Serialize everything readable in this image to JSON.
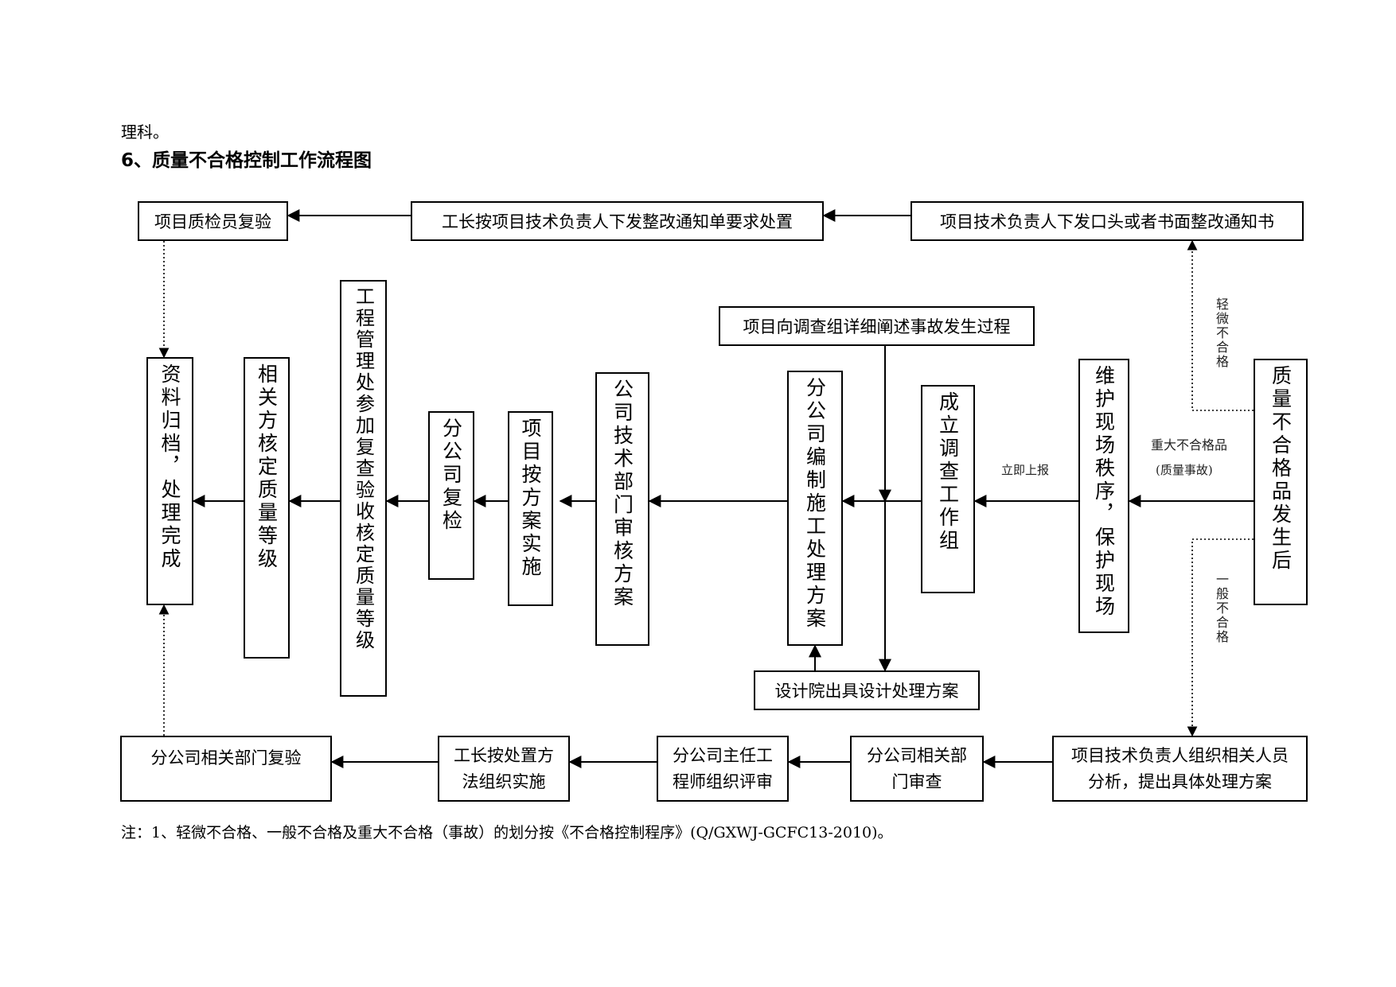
{
  "lead_text": "理科。",
  "heading": "6、质量不合格控制工作流程图",
  "note": "注：1、轻微不合格、一般不合格及重大不合格（事故）的划分按《不合格控制程序》(Q/GXWJ-GCFC13-2010)。",
  "boxes": {
    "recheck_inspector": "项目质检员复验",
    "foreman_rectify": "工长按项目技术负责人下发整改通知单要求处置",
    "tech_notice": "项目技术负责人下发口头或者书面整改通知书",
    "archive": "资料归档，处理完成",
    "grade_related": "相关方核定质量等级",
    "eng_mgmt": "工程管理处参加复查验收核定质量等级",
    "branch_recheck": "分公司复检",
    "implement_plan": "项目按方案实施",
    "company_tech": "公司技术部门审核方案",
    "describe_process": "项目向调查组详细阐述事故发生过程",
    "branch_plan": "分公司编制施工处理方案",
    "investigation": "成立调查工作组",
    "protect_site": "维护现场秩序，保护现场",
    "occurrence": "质量不合格品发生后",
    "design_plan": "设计院出具设计处理方案",
    "branch_dept_recheck": "分公司相关部门复验",
    "foreman_implement": "工长按处置方\n法组织实施",
    "chief_engineer": "分公司主任工\n程师组织评审",
    "branch_dept_review": "分公司相关部\n门审查",
    "tech_analysis": "项目技术负责人组织相关人员\n分析，提出具体处理方案"
  },
  "labels": {
    "minor": "轻微不合格",
    "general": "一般不合格",
    "major": "重大不合格品",
    "major_sub": "(质量事故)",
    "report": "立即上报"
  },
  "colors": {
    "line": "#000000",
    "background": "#ffffff"
  }
}
